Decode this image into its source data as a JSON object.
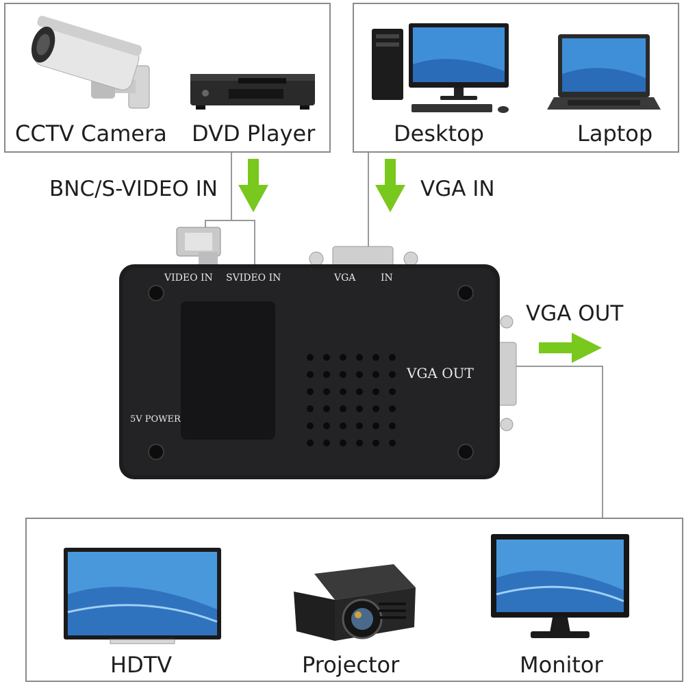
{
  "sources_left": {
    "items": [
      {
        "label": "CCTV Camera",
        "icon": "cctv-camera-icon"
      },
      {
        "label": "DVD Player",
        "icon": "dvd-player-icon"
      }
    ]
  },
  "sources_right": {
    "items": [
      {
        "label": "Desktop",
        "icon": "desktop-computer-icon"
      },
      {
        "label": "Laptop",
        "icon": "laptop-icon"
      }
    ]
  },
  "outputs": {
    "items": [
      {
        "label": "HDTV",
        "icon": "hdtv-icon"
      },
      {
        "label": "Projector",
        "icon": "projector-icon"
      },
      {
        "label": "Monitor",
        "icon": "monitor-icon"
      }
    ]
  },
  "flows": {
    "bnc_in": "BNC/S-VIDEO IN",
    "vga_in": "VGA IN",
    "vga_out": "VGA OUT"
  },
  "device": {
    "video_in": "VIDEO IN",
    "svideo_in": "SVIDEO IN",
    "vga": "VGA",
    "in": "IN",
    "vga_out": "VGA OUT",
    "power": "5V POWER"
  },
  "colors": {
    "arrow": "#79c81d",
    "box_border": "#8a8a8a",
    "device_body": "#1d1d1f",
    "screen_blue": "#3f8fd8"
  }
}
